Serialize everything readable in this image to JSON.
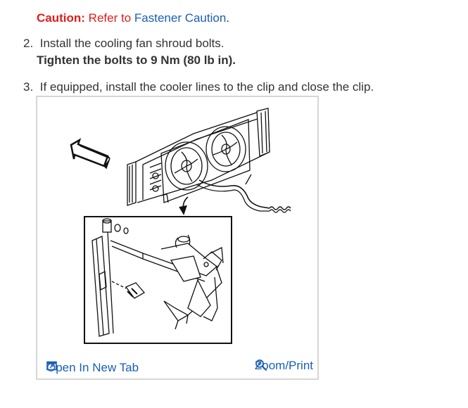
{
  "caution": {
    "label": "Caution:",
    "text": "Refer to",
    "link": "Fastener Caution",
    "end": "."
  },
  "steps": [
    {
      "number": "2.",
      "text": "Install the cooling fan shroud bolts.",
      "spec": "Tighten the bolts to 9 Nm (80 lb in)."
    },
    {
      "number": "3.",
      "text": "If equipped, install the cooler lines to the clip and close the clip."
    }
  ],
  "figure": {
    "open_new_tab": "Open In New Tab",
    "zoom_print": "Zoom/Print",
    "icons": {
      "open": "external-link-icon",
      "zoom": "magnifier-icon"
    }
  },
  "colors": {
    "caution": "#e31b1b",
    "link": "#1a5fb4",
    "text": "#333333",
    "frame": "#d6d6d6"
  }
}
